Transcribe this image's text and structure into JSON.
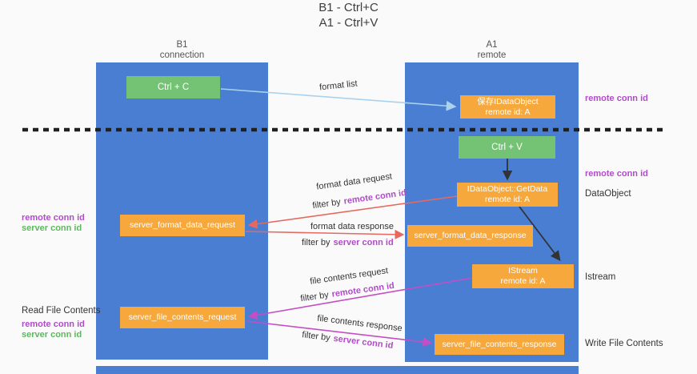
{
  "colors": {
    "column_blue": "#4a7ed3",
    "box_orange": "#f6a83c",
    "box_green": "#74c374",
    "arrow_blue": "#a8d2ee",
    "arrow_red": "#e6695f",
    "arrow_magenta": "#c44ec4",
    "arrow_black": "#333333",
    "text_purple": "#b04cc8",
    "text_green": "#5cb85c"
  },
  "title": {
    "line1": "B1 - Ctrl+C",
    "line2": "A1 - Ctrl+V"
  },
  "columns": {
    "left": {
      "title": "B1",
      "subtitle": "connection"
    },
    "right": {
      "title": "A1",
      "subtitle": "remote"
    }
  },
  "boxes": {
    "ctrl_c": {
      "label": "Ctrl + C"
    },
    "ctrl_v": {
      "label": "Ctrl + V"
    },
    "saved_dataobject": {
      "line1": "保存IDataObject",
      "line2": "remote id: A"
    },
    "getdata": {
      "line1": "IDataObject::GetData",
      "line2": "remote id: A"
    },
    "istream": {
      "line1": "IStream",
      "line2": "remote id: A"
    },
    "format_request": {
      "label": "server_format_data_request"
    },
    "format_response": {
      "label": "server_format_data_response"
    },
    "file_request": {
      "label": "server_file_contents_request"
    },
    "file_response": {
      "label": "server_file_contents_response"
    }
  },
  "annotations": {
    "right": {
      "remote_conn_id_top": "remote conn id",
      "remote_conn_id_mid": "remote conn id",
      "dataobject": "DataObject",
      "istream": "Istream",
      "write_file_contents": "Write File Contents"
    },
    "left": {
      "remote_conn_id_1": "remote conn id",
      "server_conn_id_1": "server conn id",
      "read_file_contents": "Read File Contents",
      "remote_conn_id_2": "remote conn id",
      "server_conn_id_2": "server conn id"
    }
  },
  "arrow_labels": {
    "format_list": "format list",
    "format_data_request": "format data request",
    "format_data_response": "format data response",
    "file_contents_request": "file contents request",
    "file_contents_response": "file contents response",
    "filter_prefix": "filter by",
    "remote_conn_id": "remote conn id",
    "server_conn_id": "server conn id"
  }
}
